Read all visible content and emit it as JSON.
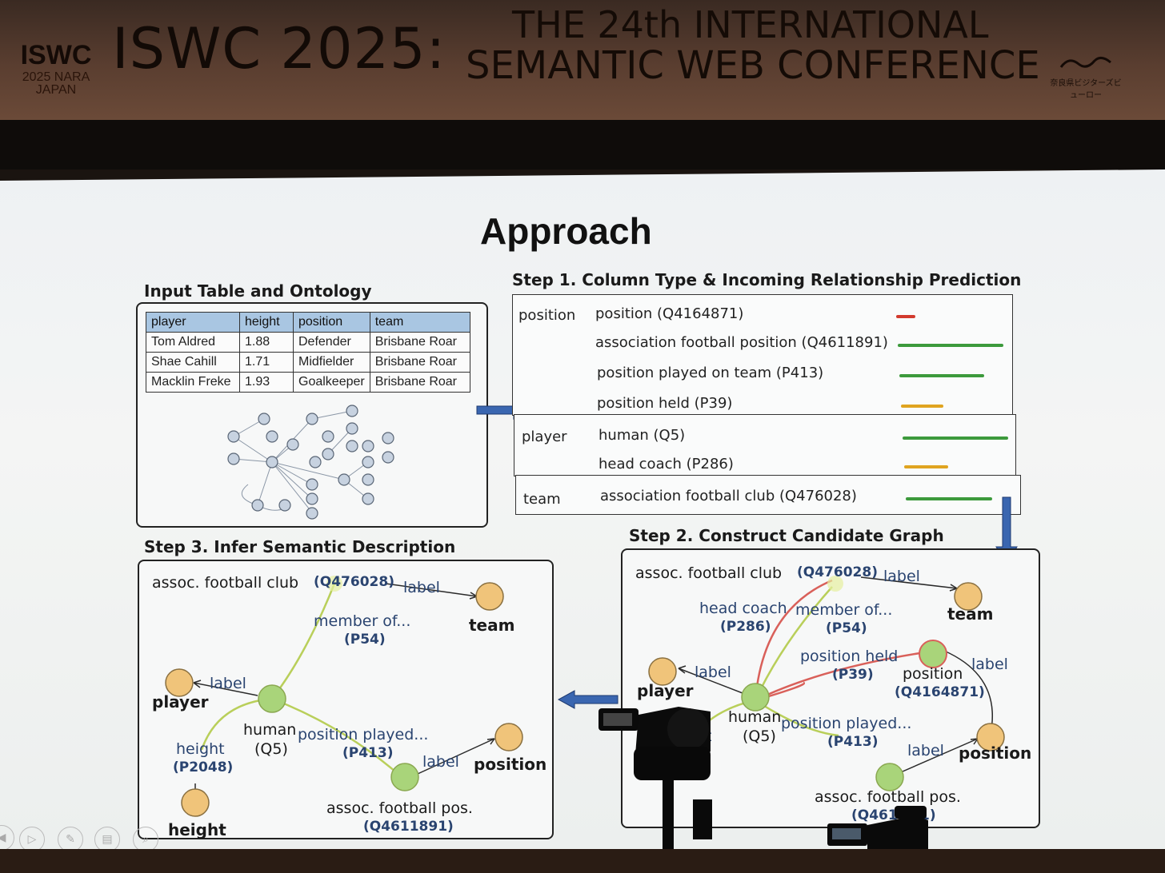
{
  "banner": {
    "logo_mark": "ISWC",
    "logo_sub": "2025 NARA JAPAN",
    "big_title": "ISWC 2025:",
    "title_line1": "THE 24th INTERNATIONAL",
    "title_line2": "SEMANTIC WEB CONFERENCE",
    "sponsor": "奈良県ビジターズビューロー"
  },
  "slide": {
    "title": "Approach",
    "input": {
      "heading": "Input Table and Ontology",
      "columns": [
        "player",
        "height",
        "position",
        "team"
      ],
      "rows": [
        [
          "Tom Aldred",
          "1.88",
          "Defender",
          "Brisbane Roar"
        ],
        [
          "Shae Cahill",
          "1.71",
          "Midfielder",
          "Brisbane Roar"
        ],
        [
          "Macklin Freke",
          "1.93",
          "Goalkeeper",
          "Brisbane Roar"
        ]
      ]
    },
    "step1": {
      "heading": "Step 1. Column Type & Incoming Relationship Prediction",
      "groups": [
        {
          "column": "position",
          "candidates": [
            {
              "label": "position (Q4164871)",
              "color": "#d23a2e",
              "score": 0.18
            },
            {
              "label": "association football position (Q4611891)",
              "color": "#3c9a3c",
              "score": 1.0
            },
            {
              "label": "position played on team (P413)",
              "color": "#3c9a3c",
              "score": 0.8
            },
            {
              "label": "position held (P39)",
              "color": "#e0a420",
              "score": 0.4
            }
          ]
        },
        {
          "column": "player",
          "candidates": [
            {
              "label": "human (Q5)",
              "color": "#3c9a3c",
              "score": 1.0
            },
            {
              "label": "head coach (P286)",
              "color": "#e0a420",
              "score": 0.42
            }
          ]
        },
        {
          "column": "team",
          "candidates": [
            {
              "label": "association football club (Q476028)",
              "color": "#3c9a3c",
              "score": 0.82
            }
          ]
        }
      ]
    },
    "step2": {
      "heading": "Step 2. Construct Candidate Graph",
      "club": "assoc. football club",
      "club_code": "(Q476028)",
      "label": "label",
      "team": "team",
      "head_coach": "head coach",
      "head_coach_code": "(P286)",
      "member_of": "member of...",
      "member_code": "(P54)",
      "player": "player",
      "position_held": "position held",
      "position_held_code": "(P39)",
      "position_class": "position",
      "position_class_code": "(Q4164871)",
      "human": "human",
      "human_code": "(Q5)",
      "position_played": "position played...",
      "position_played_code": "(P413)",
      "position": "position",
      "assoc_pos": "assoc. football pos.",
      "assoc_pos_code": "(Q461",
      "assoc_pos_code_tail": "1)",
      "height_fragment": "ht"
    },
    "step3": {
      "heading": "Step 3. Infer Semantic Description",
      "club": "assoc. football club",
      "club_code": "(Q476028)",
      "label": "label",
      "team": "team",
      "member_of": "member of...",
      "member_code": "(P54)",
      "player": "player",
      "human": "human",
      "human_code": "(Q5)",
      "position_played": "position played...",
      "position_played_code": "(P413)",
      "height_prop": "height",
      "height_code": "(P2048)",
      "height": "height",
      "position": "position",
      "assoc_pos": "assoc. football pos.",
      "assoc_pos_code": "(Q4611891)"
    }
  },
  "colors": {
    "orange_node": "#f0c47a",
    "green_node": "#a9d47a",
    "arrow_blue": "#3a66b0",
    "red_edge": "#d9605a",
    "green_edge": "#b9cf5a"
  }
}
